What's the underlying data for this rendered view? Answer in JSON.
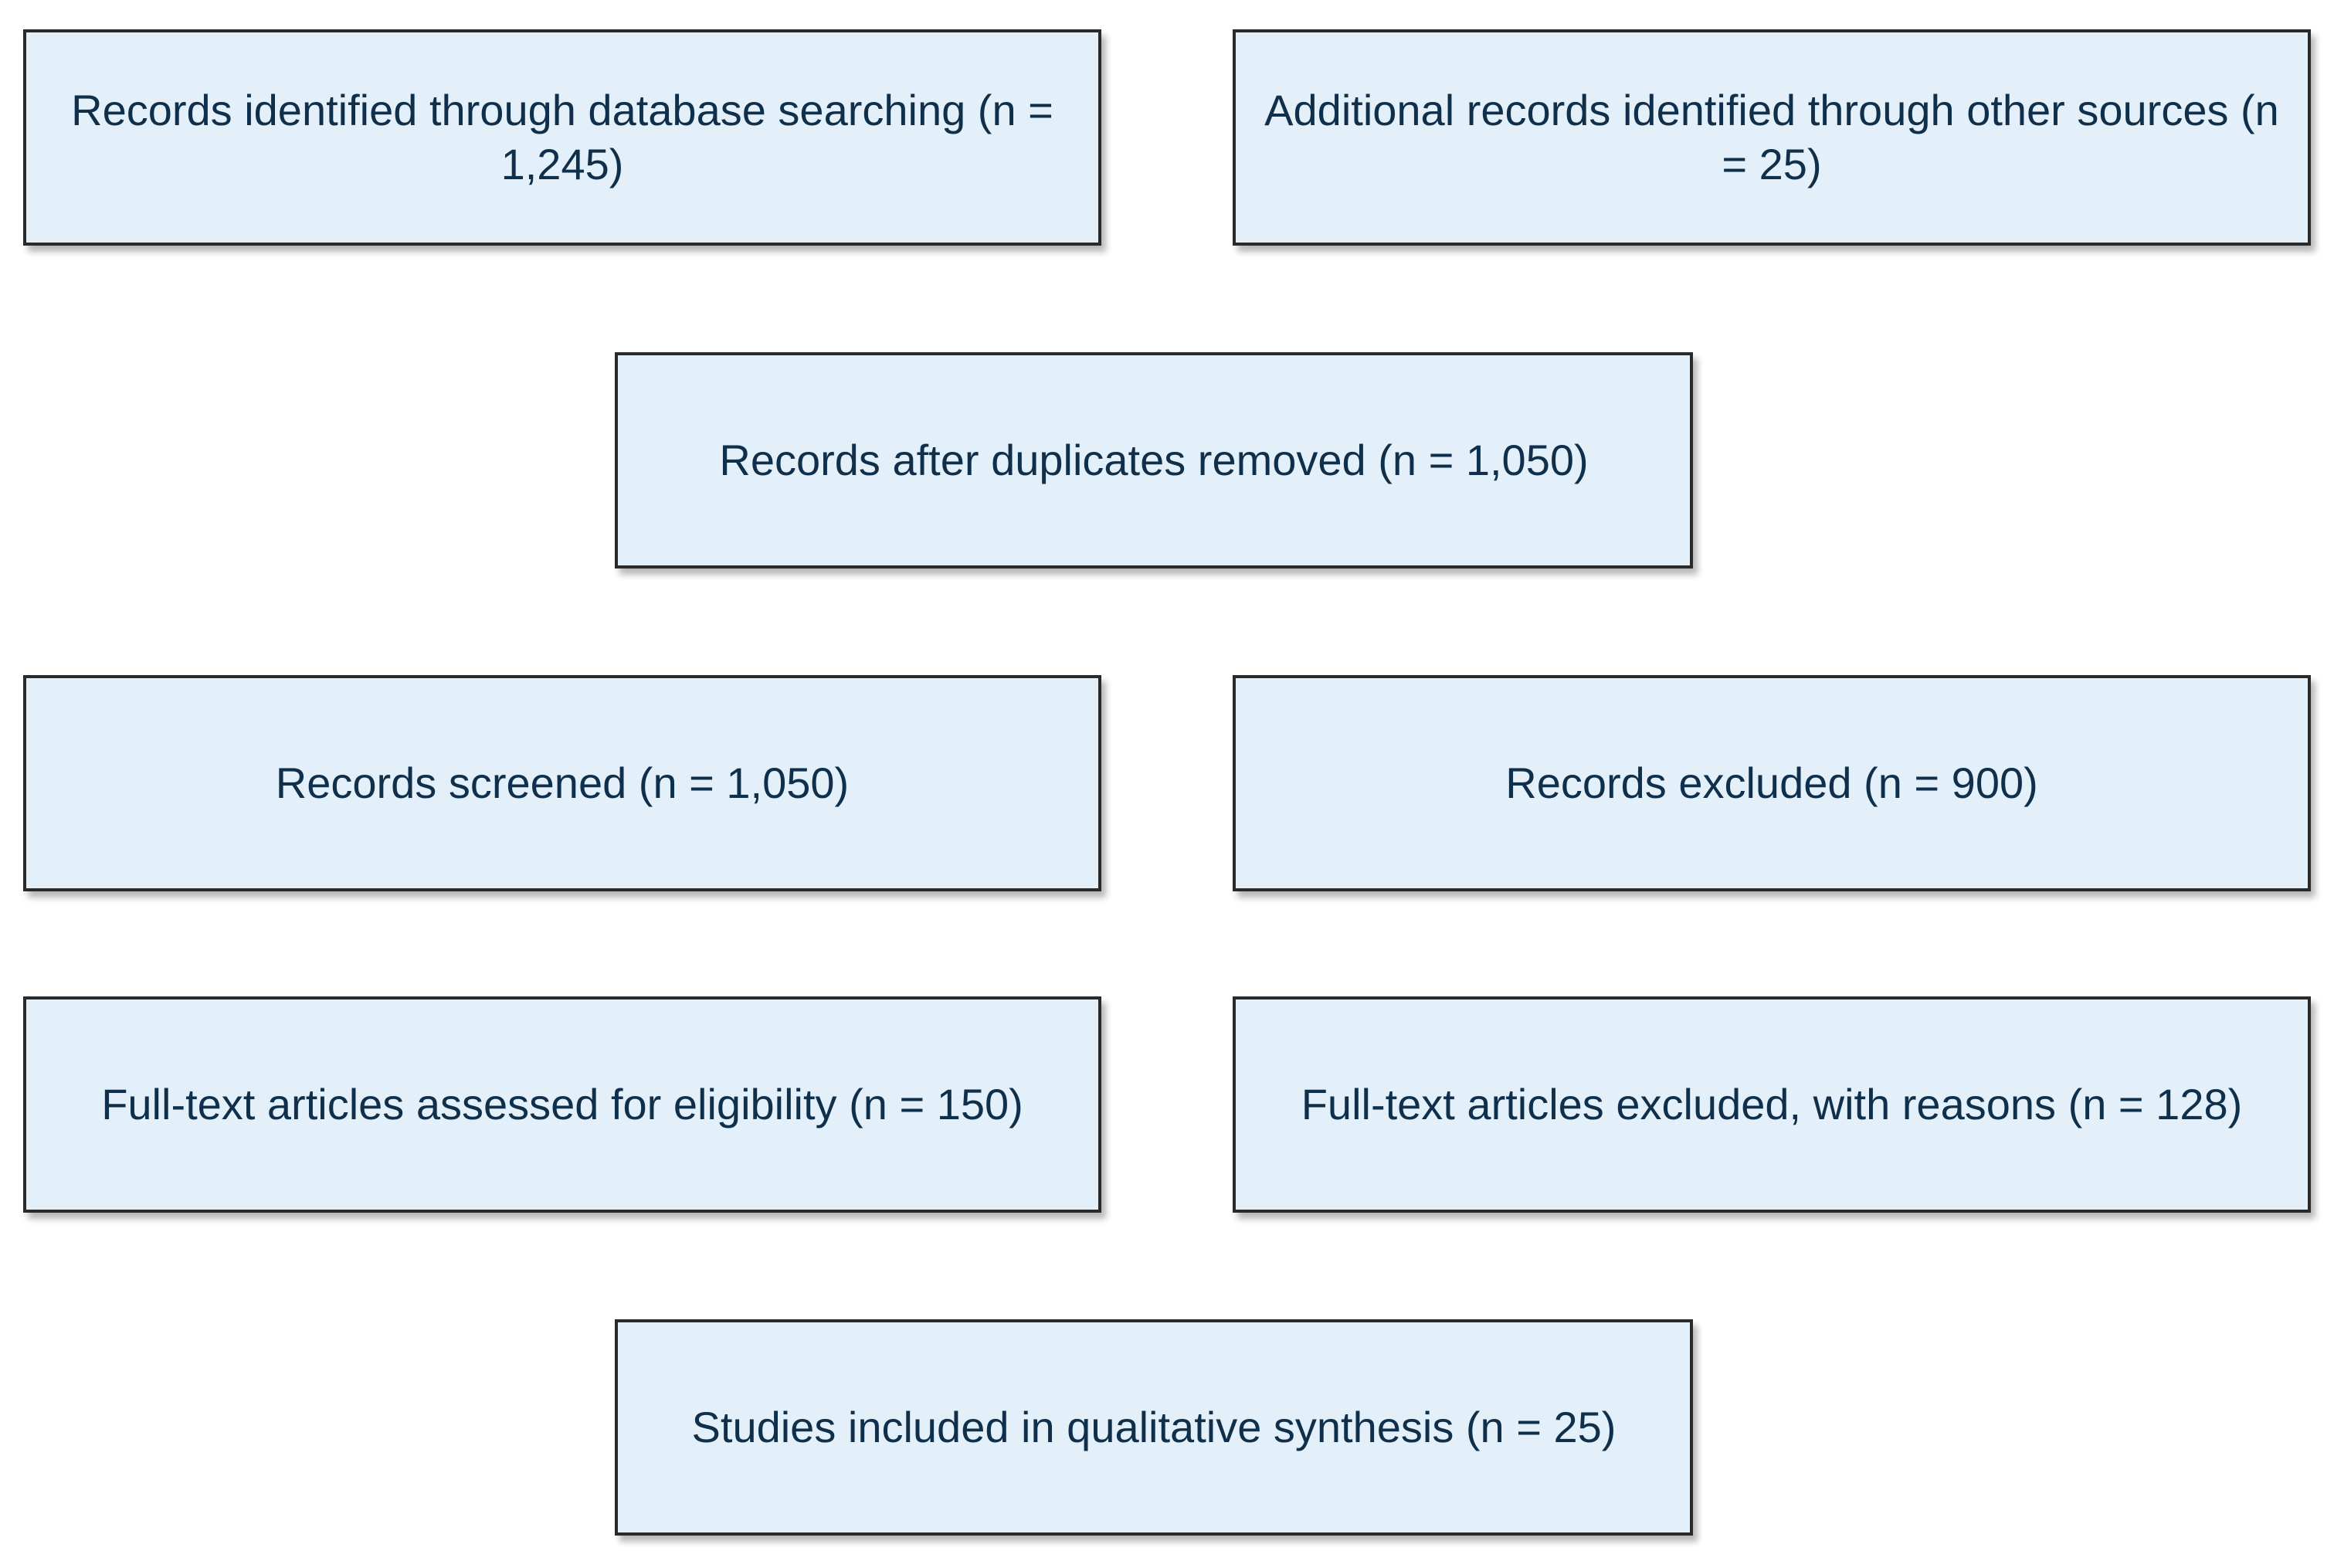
{
  "diagram": {
    "type": "flowchart",
    "colors": {
      "box_fill": "#e3f0fa",
      "box_border": "#2a2a2a",
      "text": "#0f2f4a",
      "background": "#ffffff"
    },
    "nodes": {
      "database_search": {
        "label": "Records identified through database searching (n = 1,245)"
      },
      "other_sources": {
        "label": "Additional records identified through other sources (n = 25)"
      },
      "duplicates_removed": {
        "label": "Records after duplicates removed (n = 1,050)"
      },
      "screened": {
        "label": "Records screened (n = 1,050)"
      },
      "excluded": {
        "label": "Records excluded (n = 900)"
      },
      "fulltext_assessed": {
        "label": "Full-text articles assessed for eligibility (n = 150)"
      },
      "fulltext_excluded": {
        "label": "Full-text articles excluded, with reasons (n = 128)"
      },
      "included": {
        "label": "Studies included in qualitative synthesis (n = 25)"
      }
    }
  }
}
